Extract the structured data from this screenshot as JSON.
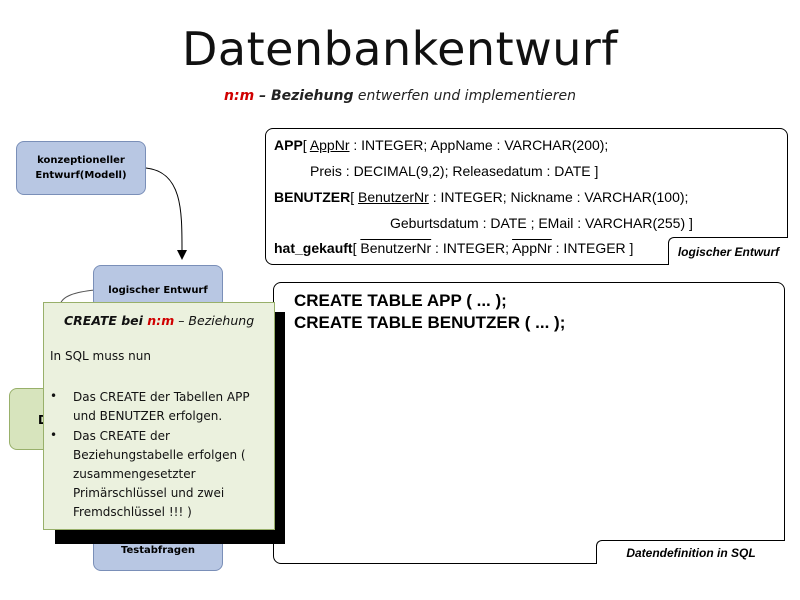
{
  "slide": {
    "title": "Datenbankentwurf",
    "subtitle": {
      "nm": "n:m",
      "dash_beziehung": " – Beziehung",
      "rest": " entwerfen und implementieren"
    }
  },
  "flow": {
    "konzeptionell": "konzeptioneller Entwurf(Modell)",
    "logisch": "logischer Entwurf",
    "d_letter": "D",
    "testabfragen": "Testabfragen"
  },
  "logical_schema": {
    "app_name": "APP",
    "app_open": "[ ",
    "app_key": "AppNr",
    "app_rest1": " : INTEGER; AppName : VARCHAR(200);",
    "app_rest2": "Preis : DECIMAL(9,2); Releasedatum : DATE ]",
    "benutzer_name": "BENUTZER",
    "benutzer_open": "[ ",
    "benutzer_key": "BenutzerNr",
    "benutzer_rest1": " : INTEGER; Nickname : VARCHAR(100);",
    "benutzer_rest2": "Geburtsdatum : DATE ; EMail : VARCHAR(255) ]",
    "hat_name": "hat_gekauft",
    "hat_open": "[ ",
    "hat_key1": "BenutzerNr",
    "hat_mid": " : INTEGER; ",
    "hat_key2": "AppNr",
    "hat_end": " : INTEGER ]",
    "caption": "logischer Entwurf"
  },
  "sql": {
    "line1": "CREATE TABLE APP ( ... );",
    "line2": "CREATE TABLE BENUTZER ( ... );",
    "caption": "Datendefinition in SQL"
  },
  "popup": {
    "title_create": "CREATE bei ",
    "title_nm": "n:m",
    "title_rest": " – Beziehung",
    "intro": "In SQL muss nun",
    "bullet_symbol": "•",
    "bullet1": "Das CREATE der Tabellen APP und BENUTZER erfolgen.",
    "bullet2": "Das CREATE der Beziehungstabelle erfolgen ( zusammengesetzter Primärschlüssel und zwei Fremdschlüssel !!! )"
  },
  "colors": {
    "node_blue": "#b8c7e3",
    "node_green": "#d7e4bd",
    "popup_bg": "#ebf1de",
    "accent_red": "#d00000"
  }
}
